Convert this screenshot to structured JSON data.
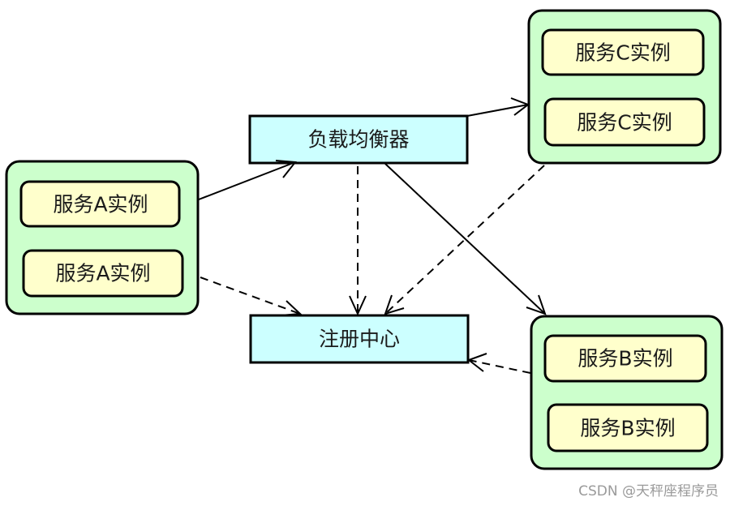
{
  "load_balancer": {
    "label": "负载均衡器"
  },
  "registry": {
    "label": "注册中心"
  },
  "service_a": {
    "instances": [
      "服务A实例",
      "服务A实例"
    ]
  },
  "service_b": {
    "instances": [
      "服务B实例",
      "服务B实例"
    ]
  },
  "service_c": {
    "instances": [
      "服务C实例",
      "服务C实例"
    ]
  },
  "colors": {
    "group_fill": "#ccffcc",
    "instance_fill": "#ffffcc",
    "center_fill": "#ccffff"
  },
  "watermark": "CSDN @天秤座程序员"
}
